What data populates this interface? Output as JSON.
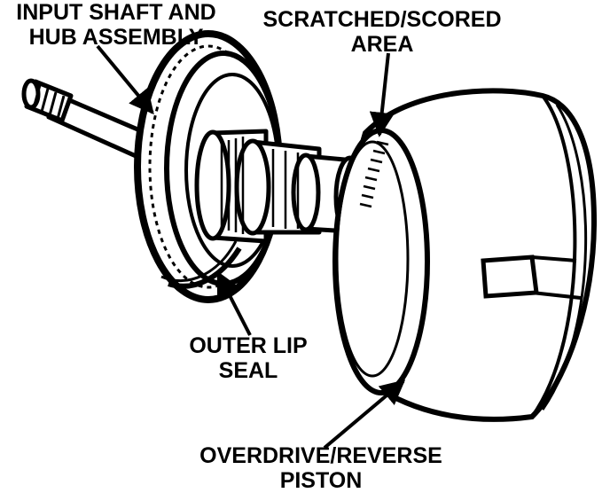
{
  "labels": {
    "input_shaft": [
      "INPUT SHAFT AND",
      "HUB ASSEMBLY"
    ],
    "scratched": [
      "SCRATCHED/SCORED",
      "AREA"
    ],
    "outer_lip": [
      "OUTER LIP",
      "SEAL"
    ],
    "piston": [
      "OVERDRIVE/REVERSE",
      "PISTON"
    ]
  },
  "colors": {
    "ink": "#000000",
    "paper": "#ffffff"
  }
}
